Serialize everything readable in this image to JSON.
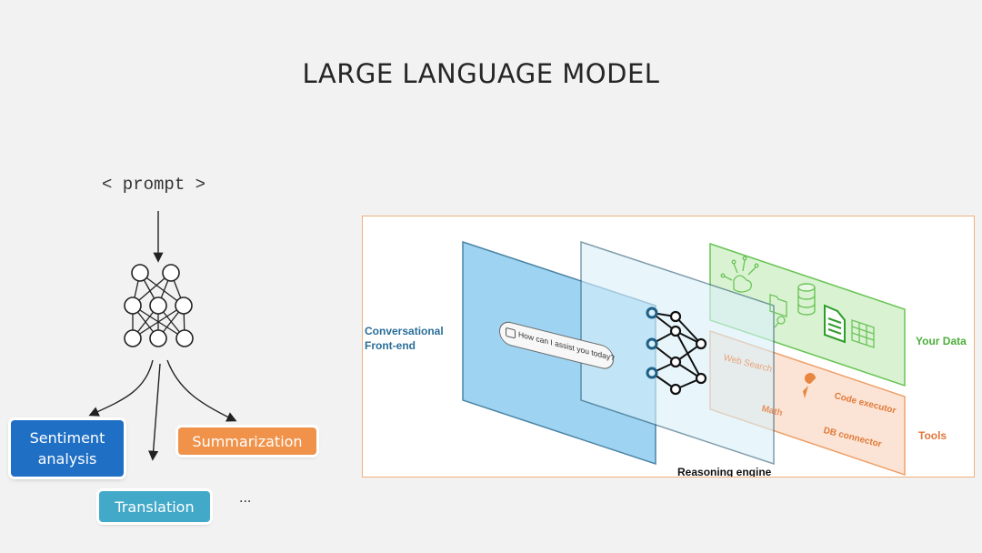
{
  "title": "LARGE LANGUAGE MODEL",
  "left_diagram": {
    "prompt_label": "< prompt >",
    "network_icon": "neural-network-icon",
    "tasks": {
      "sentiment": "Sentiment analysis",
      "summarization": "Summarization",
      "translation": "Translation",
      "more": "..."
    },
    "colors": {
      "sentiment": "#1f6fc5",
      "summarization": "#f0924a",
      "translation": "#42a9c8"
    }
  },
  "right_diagram": {
    "labels": {
      "conversational": "Conversational Front-end",
      "your_data": "Your Data",
      "tools": "Tools",
      "reasoning": "Reasoning engine"
    },
    "chat_placeholder": "How can I assist you today?",
    "tools": {
      "web_search": "Web Search",
      "math": "Math",
      "code_executor": "Code executor",
      "db_connector": "DB connector"
    },
    "data_icons": [
      "circuit-brain-icon",
      "folder-search-icon",
      "database-icon",
      "document-icon",
      "spreadsheet-icon"
    ],
    "tool_icon": "wrench-icon",
    "colors": {
      "frontend": "#8ecdf0",
      "reasoning": "#d9f1fb",
      "data": "#4caf3a",
      "tools": "#e0783a",
      "border": "#f0b07a"
    }
  }
}
